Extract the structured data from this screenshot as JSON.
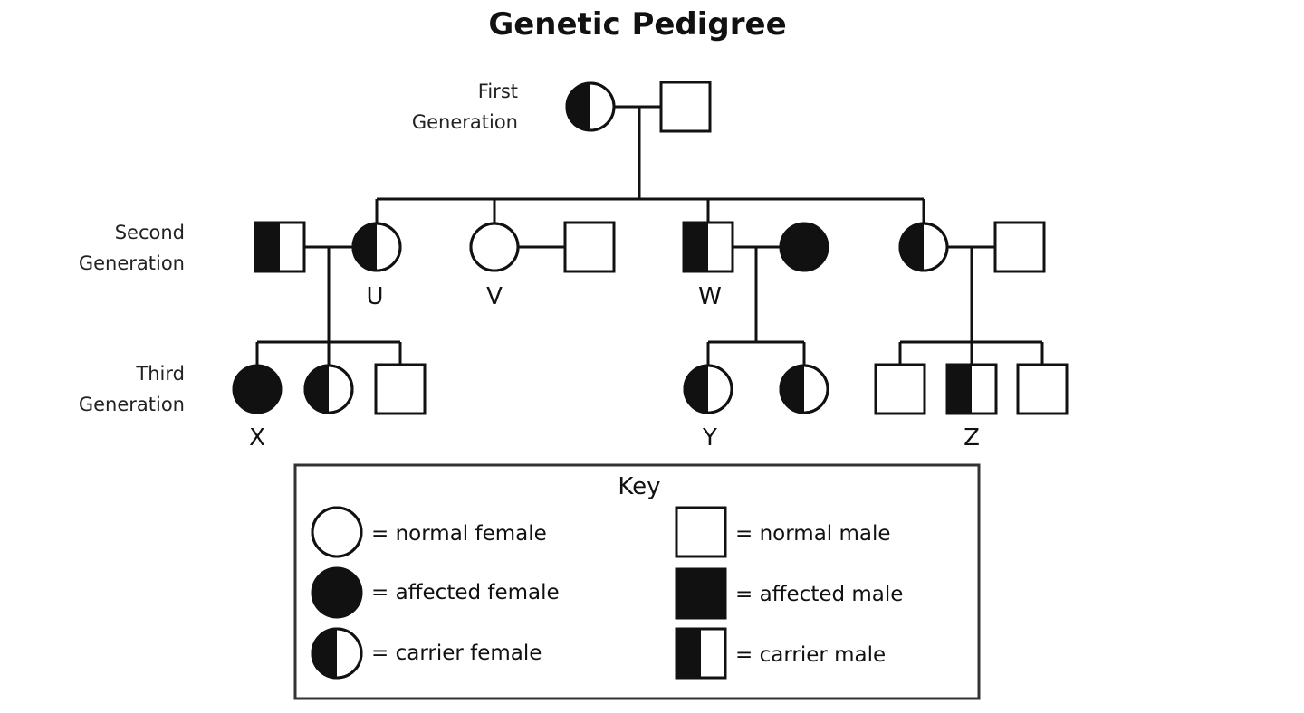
{
  "title": "Genetic Pedigree",
  "generations": {
    "first": [
      "First",
      "Generation"
    ],
    "second": [
      "Second",
      "Generation"
    ],
    "third": [
      "Third",
      "Generation"
    ]
  },
  "individual_labels": {
    "U": "U",
    "V": "V",
    "W": "W",
    "X": "X",
    "Y": "Y",
    "Z": "Z"
  },
  "key": {
    "title": "Key",
    "normal_female": "= normal female",
    "affected_female": "= affected female",
    "carrier_female": "= carrier female",
    "normal_male": "= normal male",
    "affected_male": "= affected male",
    "carrier_male": "= carrier male"
  },
  "individuals": [
    {
      "id": "g1-mother",
      "generation": 1,
      "sex": "female",
      "status": "carrier"
    },
    {
      "id": "g1-father",
      "generation": 1,
      "sex": "male",
      "status": "normal"
    },
    {
      "id": "g2-spouse-u",
      "generation": 2,
      "sex": "male",
      "status": "carrier"
    },
    {
      "id": "U",
      "generation": 2,
      "sex": "female",
      "status": "carrier"
    },
    {
      "id": "V",
      "generation": 2,
      "sex": "female",
      "status": "normal"
    },
    {
      "id": "g2-spouse-v",
      "generation": 2,
      "sex": "male",
      "status": "normal"
    },
    {
      "id": "W",
      "generation": 2,
      "sex": "male",
      "status": "carrier"
    },
    {
      "id": "g2-spouse-w",
      "generation": 2,
      "sex": "female",
      "status": "affected"
    },
    {
      "id": "g2-daughter-5",
      "generation": 2,
      "sex": "female",
      "status": "carrier"
    },
    {
      "id": "g2-spouse-5",
      "generation": 2,
      "sex": "male",
      "status": "normal"
    },
    {
      "id": "X",
      "generation": 3,
      "sex": "female",
      "status": "affected"
    },
    {
      "id": "g3-u-daughter-2",
      "generation": 3,
      "sex": "female",
      "status": "carrier"
    },
    {
      "id": "g3-u-son",
      "generation": 3,
      "sex": "male",
      "status": "normal"
    },
    {
      "id": "Y",
      "generation": 3,
      "sex": "female",
      "status": "carrier"
    },
    {
      "id": "g3-w-daughter-2",
      "generation": 3,
      "sex": "female",
      "status": "carrier"
    },
    {
      "id": "g3-5-son-1",
      "generation": 3,
      "sex": "male",
      "status": "normal"
    },
    {
      "id": "Z",
      "generation": 3,
      "sex": "male",
      "status": "carrier"
    },
    {
      "id": "g3-5-son-3",
      "generation": 3,
      "sex": "male",
      "status": "normal"
    }
  ],
  "colors": {
    "ink": "#111111",
    "background": "#ffffff"
  }
}
